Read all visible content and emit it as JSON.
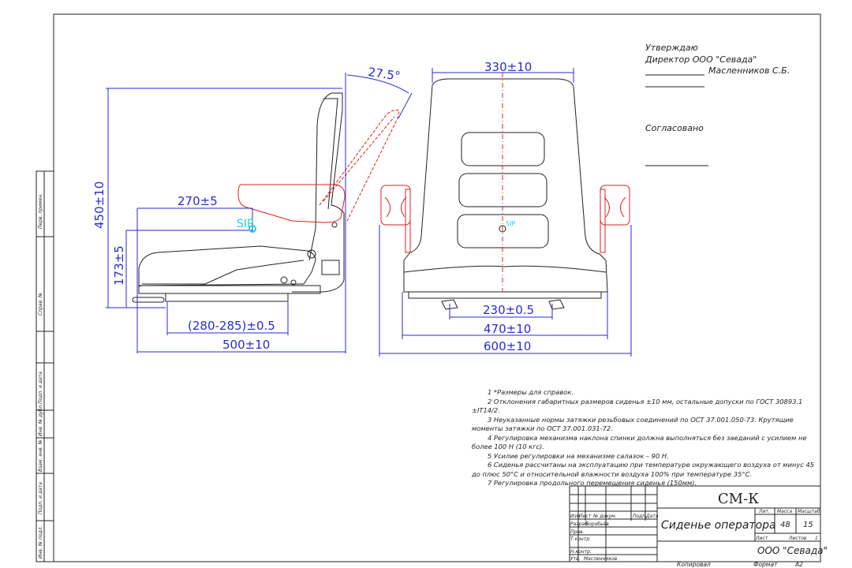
{
  "dimensions": {
    "height_total": "450±10",
    "backrest_angle": "27.5°",
    "sip_horizontal": "270±5",
    "sip_height": "173±5",
    "rail_mount": "(280-285)±0.5",
    "depth_total": "500±10",
    "backrest_width": "330±10",
    "mount_width": "230±0.5",
    "base_width": "470±10",
    "width_total": "600±10",
    "sip_label": "SIP"
  },
  "approval": {
    "approve": "Утверждаю",
    "director": "Директор ООО \"Севада\"",
    "signer": "Масленников С.Б.",
    "agreed": "Согласовано"
  },
  "notes": [
    "1 *Размеры для справок.",
    "2 Отклонения габаритных размеров сиденья ±10 мм, остальные допуски по ГОСТ 30893.1 ±IT14/2.",
    "3 Неуказанные нормы затяжки резьбовых соединений по ОСТ 37.001.050-73. Крутящие моменты затяжки по ОСТ 37.001.031-72.",
    "4 Регулировка механизма наклона спинки должна выполняться без заеданий с усилием не более 100 Н (10 кгс).",
    "5 Усилие регулировки на механизме салазок – 90 Н.",
    "6 Сиденья рассчитаны на эксплуатацию при температуре окружающего воздуха от минус 45 до плюс 50°С и относительной влажности воздуха 100% при температуре 35°С.",
    "7 Регулировка продольного перемещения сиденья (150мм)."
  ],
  "title_block": {
    "designation": "СМ-К",
    "name": "Сиденье оператора",
    "company": "ООО \"Севада\"",
    "col_izm": "Изм",
    "col_list": "Лист",
    "col_doc": "№ докум.",
    "col_sign": "Подп.",
    "col_date": "Дата",
    "razrab": "Разраб.",
    "razrab_name": "Воробьёв",
    "prov": "Пров.",
    "tkontr": "Т.контр.",
    "nkontr": "Н.контр.",
    "utv": "Утв.",
    "utv_name": "Масленников",
    "lit": "Лит.",
    "mass_label": "Масса",
    "scale_label": "Масштаб",
    "mass": "48",
    "scale": "15",
    "sheet": "Лист",
    "sheets": "Листов",
    "sheets_count": "1",
    "copied": "Копировал",
    "format": "Формат",
    "format_value": "A2"
  },
  "side_stamps": [
    "Перв. примен.",
    "Справ. №",
    "Подп. и дата",
    "Инв. № дубл.",
    "Взам. инв. №",
    "Подп. и дата",
    "Инв. № подл."
  ]
}
